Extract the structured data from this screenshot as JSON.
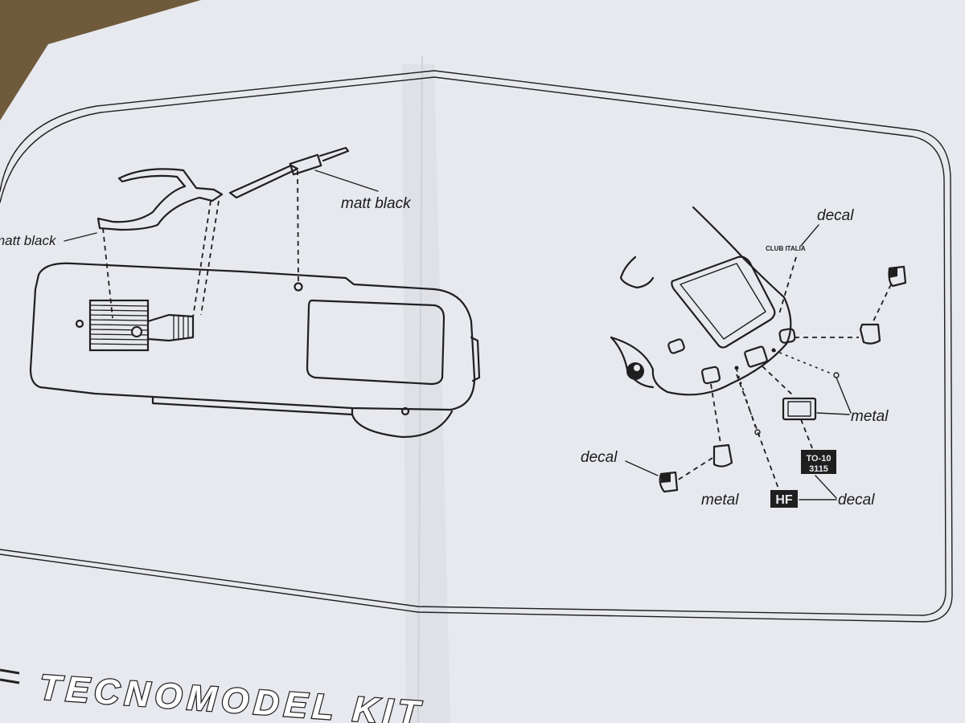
{
  "labels": {
    "matt_black_left": "matt black",
    "matt_black_top": "matt black",
    "decal_top": "decal",
    "club_italia": "CLUB ITALIA",
    "metal_right": "metal",
    "decal_left": "decal",
    "metal_bottom": "metal",
    "decal_bottom": "decal",
    "plate_line1": "TO-10",
    "plate_line2": "3115",
    "hf_badge": "HF",
    "brand_footer": "TECNOMODEL KIT"
  },
  "colors": {
    "paper": "#e9ebf0",
    "ink": "#1f1f1f",
    "background": "#6f5a3c"
  }
}
